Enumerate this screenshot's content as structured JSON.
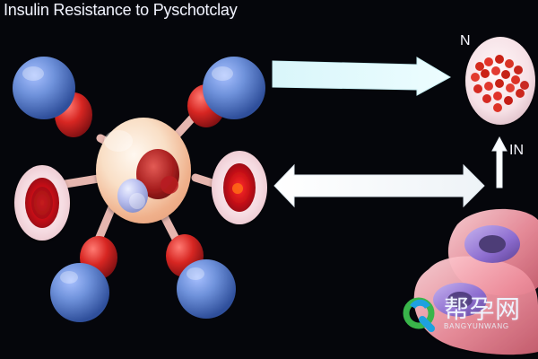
{
  "title": "Insulin Resistance to Pyschotclay",
  "labels": {
    "n": "N",
    "in": "IN"
  },
  "watermark": {
    "main_text": "帮孕网",
    "sub_text": "BANGYUNWANG"
  },
  "colors": {
    "background": "#05060b",
    "arrow_fill": "#ddf8fb",
    "arrow_white": "#f4f8fb",
    "blue_node": "#5f84d2",
    "red_connector": "#d72622",
    "central_cell": "#f8d2af",
    "red_cell_panel": "#f5d8de",
    "tissue_pink": "#ef8795",
    "watermark_green": "#39b54a",
    "watermark_blue": "#1ea1df"
  },
  "icons": {
    "arrow_right": "arrow-right-icon",
    "double_arrow": "double-arrow-icon",
    "up_arrow": "up-arrow-icon",
    "watermark_logo": "watermark-logo-icon"
  }
}
